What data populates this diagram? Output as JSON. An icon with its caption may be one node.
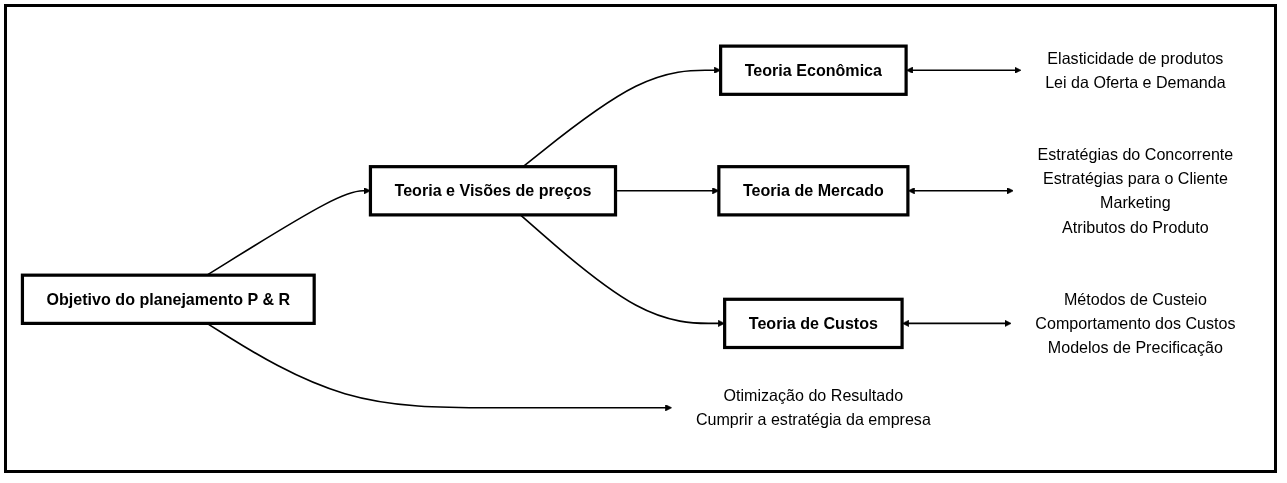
{
  "diagram": {
    "nodes": [
      {
        "text": [
          "Objetivo  do planejamento P & R"
        ]
      },
      {
        "text": [
          "Teoria e Visões de preços"
        ]
      },
      {
        "text": [
          "Teoria Econômica"
        ]
      },
      {
        "text": [
          "Teoria de Mercado"
        ]
      },
      {
        "text": [
          "Teoria de Custos"
        ]
      },
      {
        "text": [
          "Otimização do Resultado",
          "Cumprir a estratégia da empresa"
        ]
      },
      {
        "text": [
          "Elasticidade de produtos",
          "Lei da Oferta e Demanda"
        ]
      },
      {
        "text": [
          "Estratégias do Concorrente",
          "Estratégias para o Cliente",
          "Marketing",
          "Atributos do Produto"
        ]
      },
      {
        "text": [
          "Métodos de Custeio",
          "Comportamento dos Custos",
          "Modelos de Precificação"
        ]
      }
    ],
    "edges": [
      {
        "from": 0,
        "to": 1,
        "arrow": "to"
      },
      {
        "from": 0,
        "to": 5,
        "arrow": "to"
      },
      {
        "from": 1,
        "to": 2,
        "arrow": "to"
      },
      {
        "from": 1,
        "to": 3,
        "arrow": "to"
      },
      {
        "from": 1,
        "to": 4,
        "arrow": "to"
      },
      {
        "from": 2,
        "to": 6,
        "arrow": "both"
      },
      {
        "from": 3,
        "to": 7,
        "arrow": "both"
      },
      {
        "from": 4,
        "to": 8,
        "arrow": "both"
      }
    ]
  }
}
